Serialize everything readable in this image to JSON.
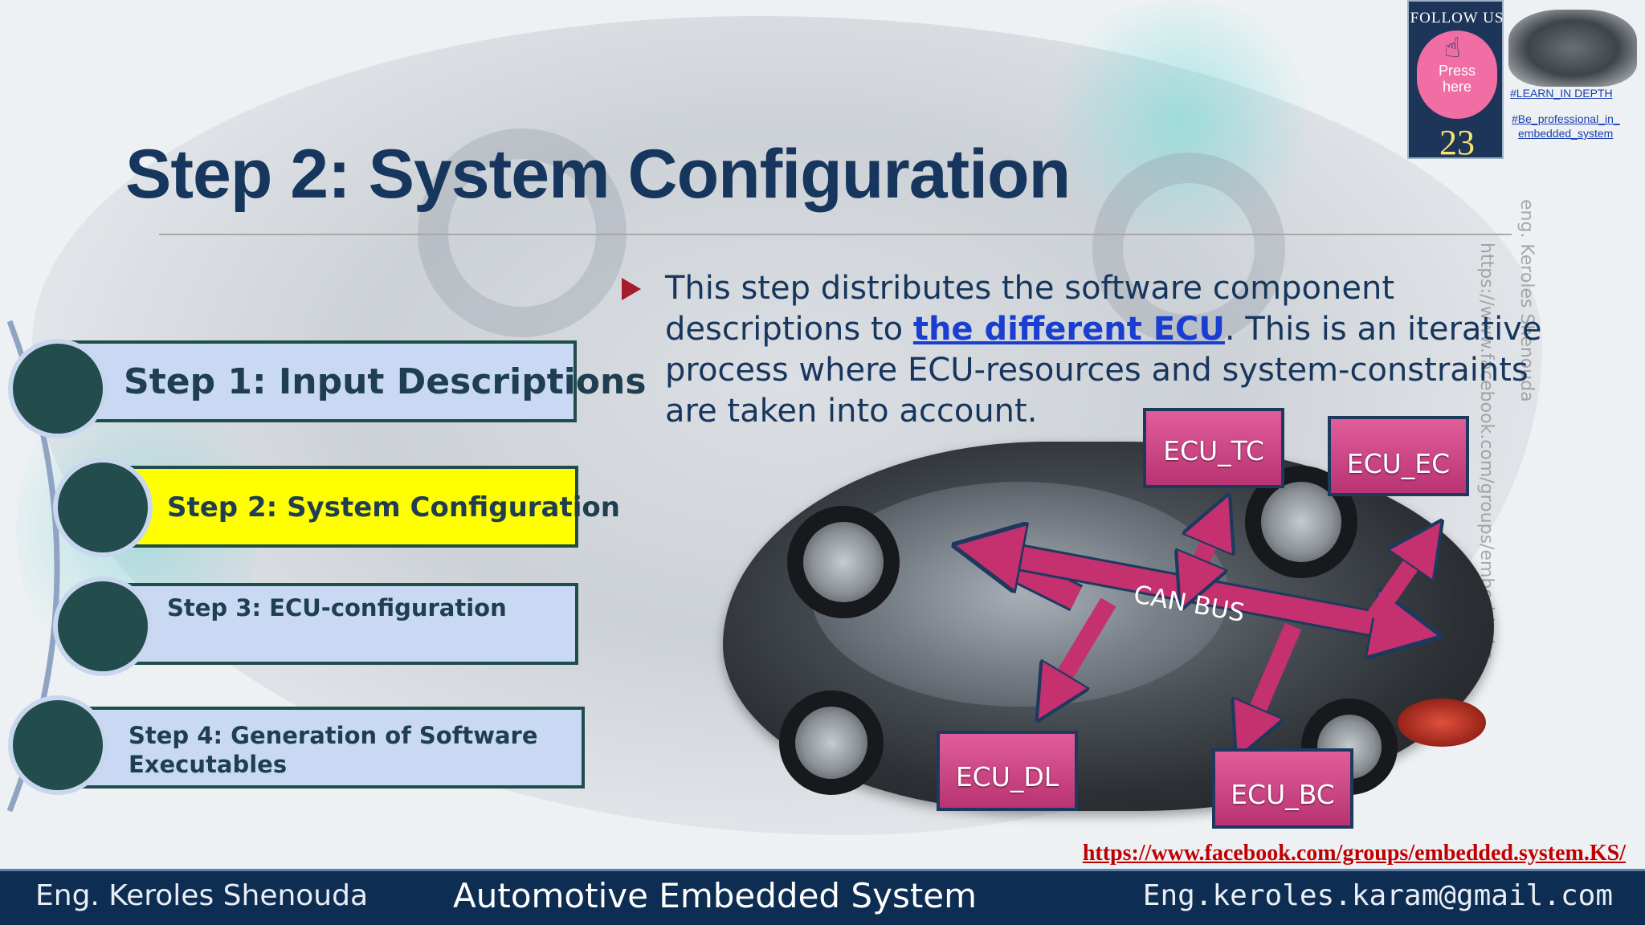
{
  "title": "Step 2: System Configuration",
  "follow_widget": {
    "label": "FOLLOW US",
    "button_text_line1": "Press",
    "button_text_line2": "here",
    "count": "23",
    "tag1": "#LEARN_IN DEPTH",
    "tag2_line1": "#Be_professional_in_",
    "tag2_line2": "embedded_system"
  },
  "watermark": {
    "name": "eng. Keroles Shenouda",
    "url": "https://www.facebook.com/groups/embedded.system.KS/"
  },
  "steps": [
    {
      "label": "Step 1: Input Descriptions",
      "highlighted": false
    },
    {
      "label": "Step 2: System Configuration",
      "highlighted": true
    },
    {
      "label": "Step 3: ECU-configuration",
      "highlighted": false
    },
    {
      "label": "Step 4: Generation of Software Executables",
      "highlighted": false
    }
  ],
  "body": {
    "text_before": "This step distributes the software component descriptions to ",
    "link_text": "the different ECU",
    "text_after": ". This is an iterative process where ECU-resources and system-constraints are taken into account."
  },
  "diagram": {
    "bus_label": "CAN BUS",
    "ecus": {
      "tc": "ECU_TC",
      "ec": "ECU_EC",
      "dl": "ECU_DL",
      "bc": "ECU_BC"
    }
  },
  "facebook_link": "https://www.facebook.com/groups/embedded.system.KS/",
  "footer": {
    "author": "Eng. Keroles Shenouda",
    "course": "Automotive Embedded System",
    "email": "Eng.keroles.karam@gmail.com"
  },
  "colors": {
    "title": "#17365d",
    "highlight_step": "#ffff00",
    "step_box": "#c9d9f4",
    "ecu_box": "#d04a88",
    "footer_bg": "#0e2d52",
    "link_red": "#c00000"
  }
}
